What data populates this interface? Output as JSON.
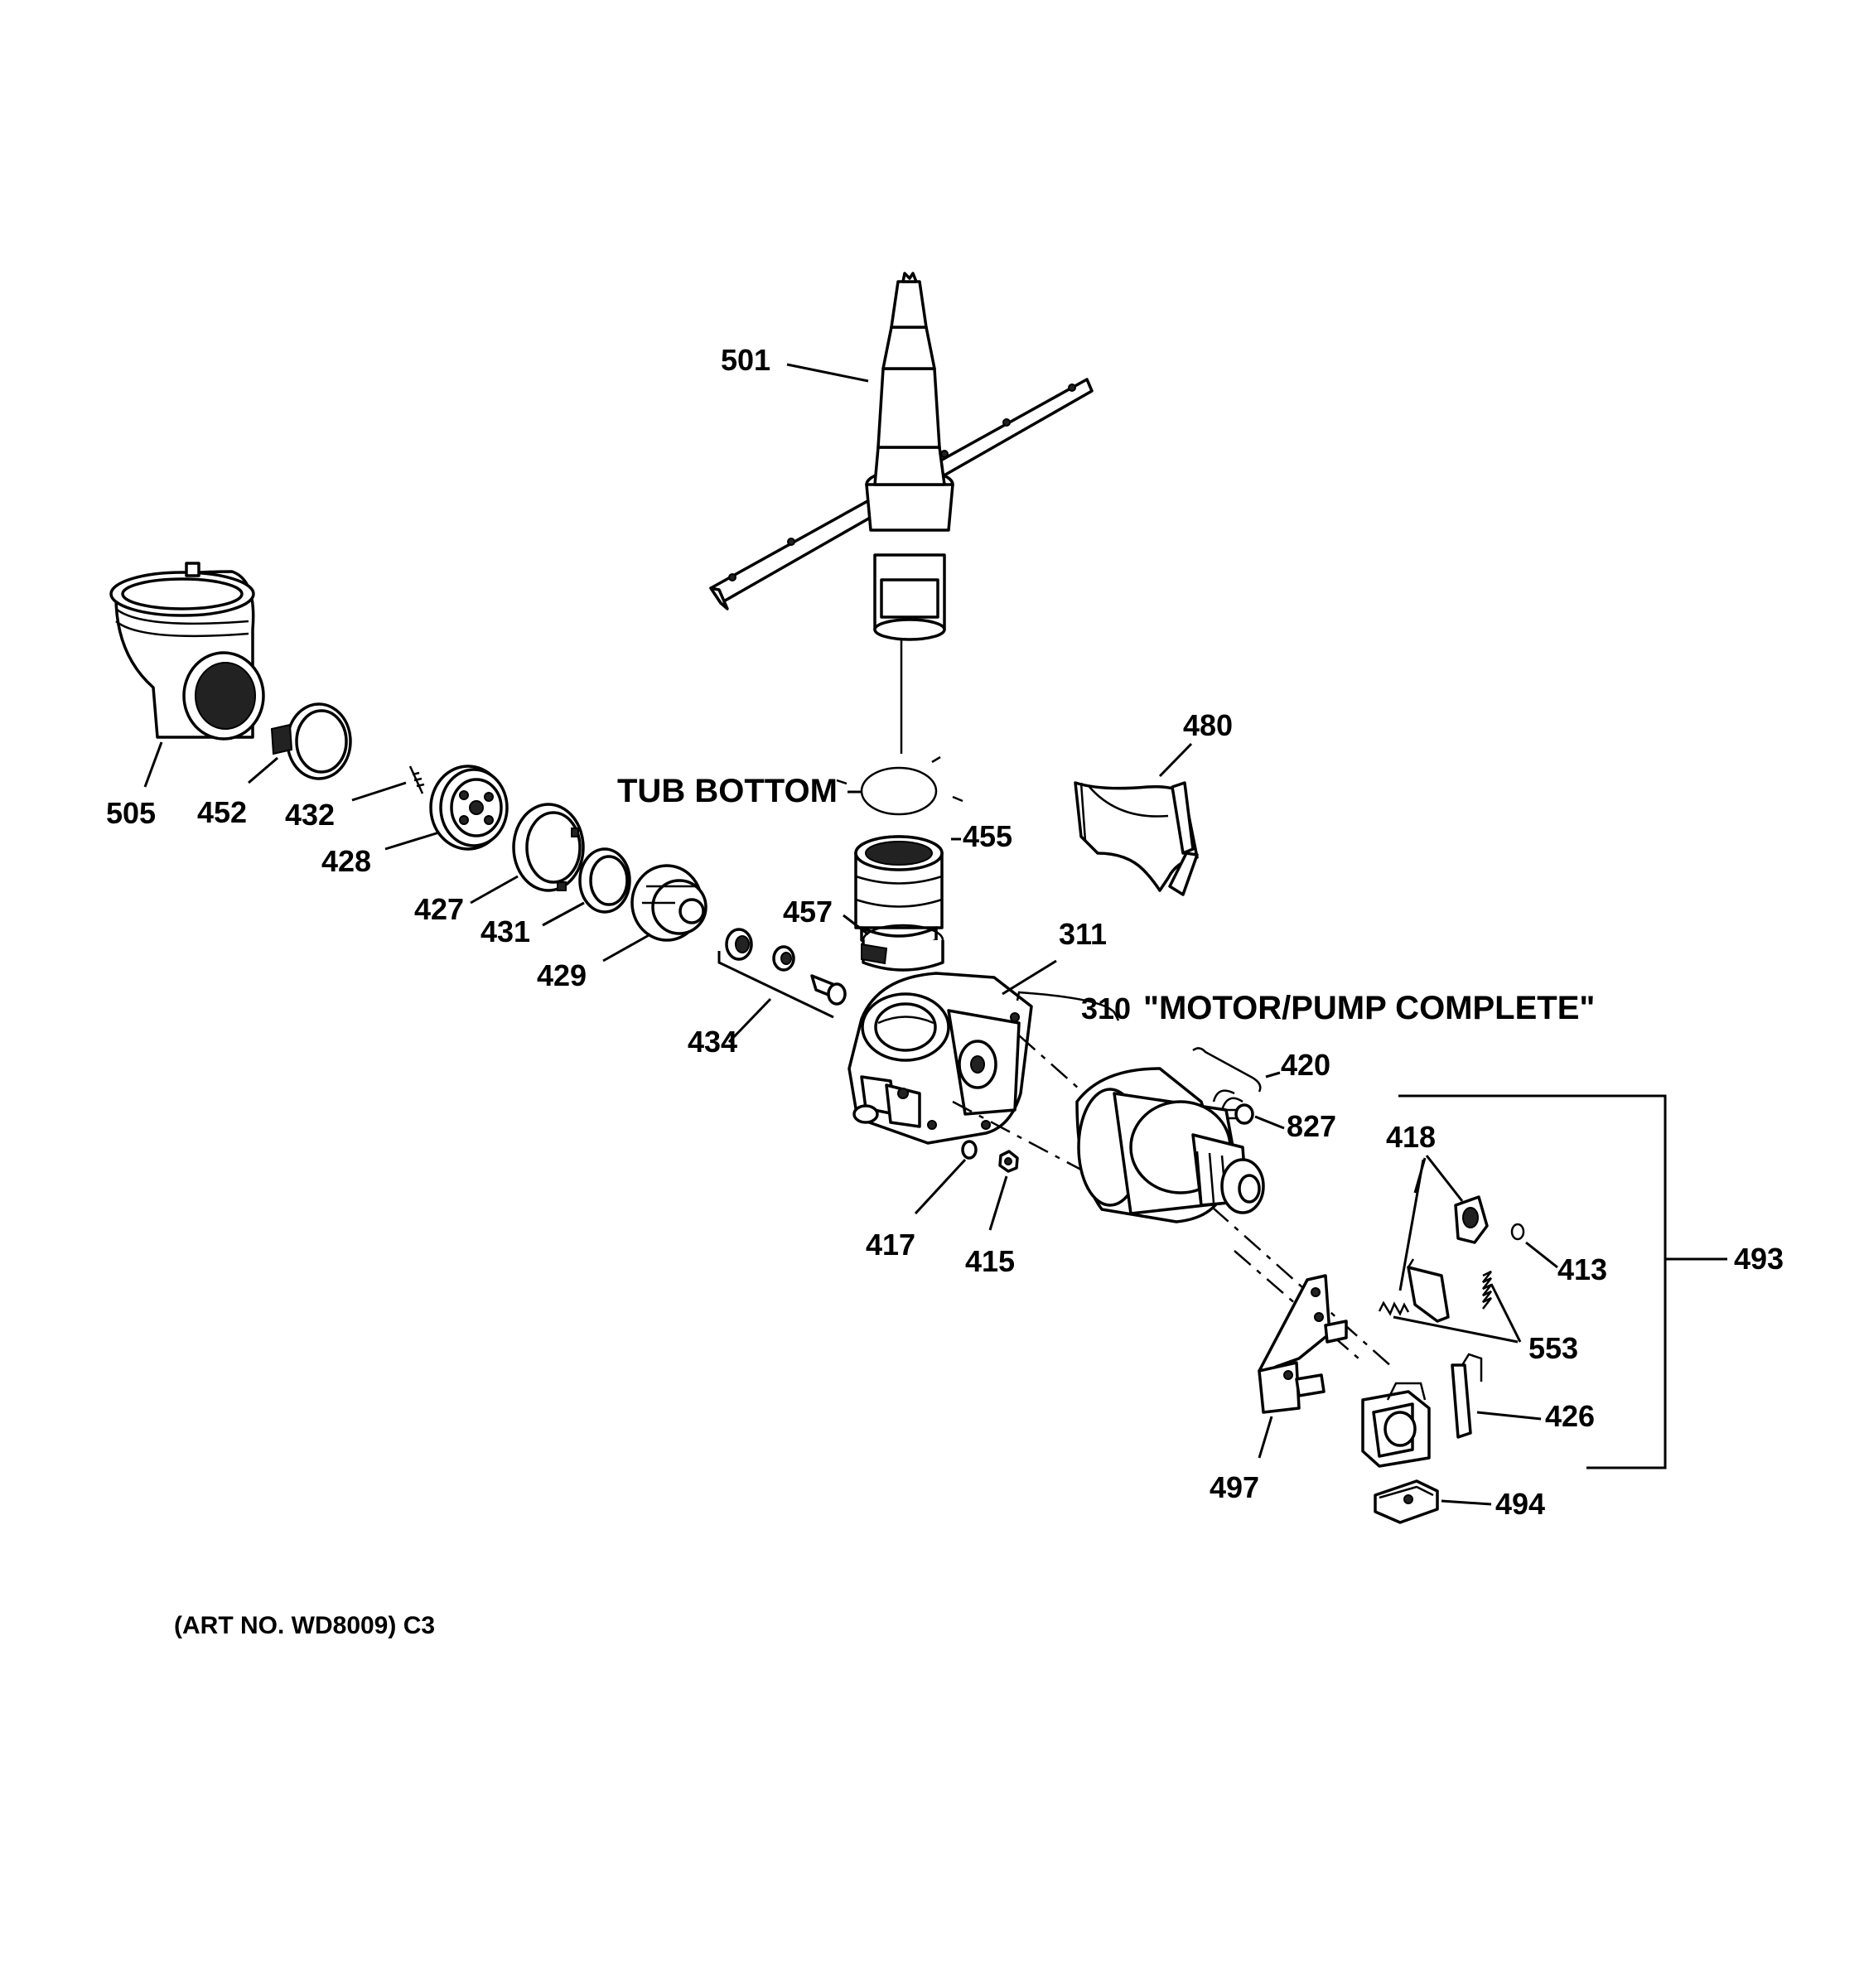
{
  "callouts": {
    "p501": "501",
    "p505": "505",
    "p452": "452",
    "p432": "432",
    "p428": "428",
    "p427": "427",
    "p431": "431",
    "p429": "429",
    "p434": "434",
    "p480": "480",
    "p455": "455",
    "p457": "457",
    "p311": "311",
    "p310": "310",
    "p420": "420",
    "p827": "827",
    "p417": "417",
    "p415": "415",
    "p418": "418",
    "p413": "413",
    "p493": "493",
    "p553": "553",
    "p426": "426",
    "p497": "497",
    "p494": "494"
  },
  "labels": {
    "tub_bottom": "TUB BOTTOM",
    "motor_pump_complete": "\"MOTOR/PUMP COMPLETE\"",
    "art_number": "(ART NO. WD8009) C3"
  }
}
